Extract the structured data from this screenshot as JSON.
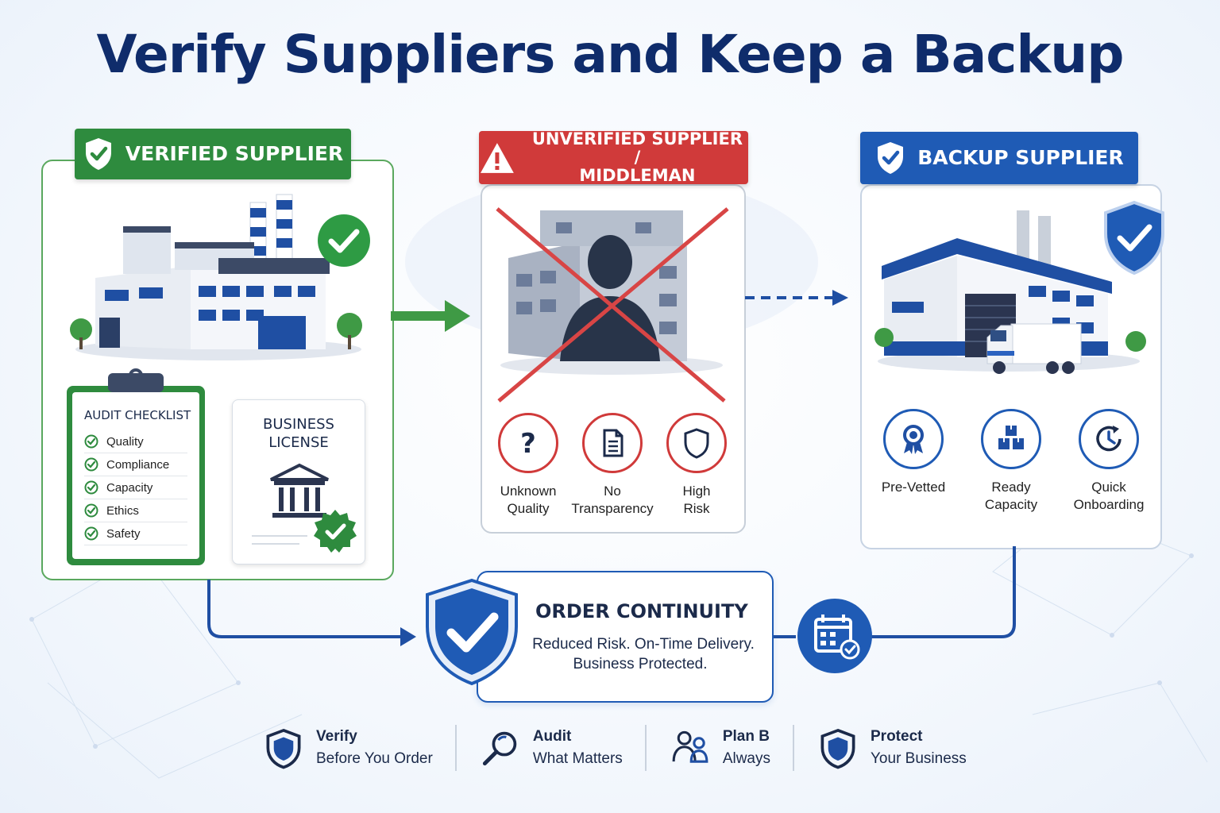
{
  "title": "Verify Suppliers and Keep a Backup",
  "verified": {
    "banner": "VERIFIED SUPPLIER",
    "checklist_title": "AUDIT CHECKLIST",
    "checklist": [
      "Quality",
      "Compliance",
      "Capacity",
      "Ethics",
      "Safety"
    ],
    "license_title_1": "BUSINESS",
    "license_title_2": "LICENSE"
  },
  "unverified": {
    "banner_1": "UNVERIFIED SUPPLIER /",
    "banner_2": "MIDDLEMAN",
    "features": [
      {
        "icon": "question-icon",
        "line1": "Unknown",
        "line2": "Quality"
      },
      {
        "icon": "document-icon",
        "line1": "No",
        "line2": "Transparency"
      },
      {
        "icon": "shield-outline-icon",
        "line1": "High",
        "line2": "Risk"
      }
    ]
  },
  "backup": {
    "banner": "BACKUP SUPPLIER",
    "features": [
      {
        "icon": "ribbon-icon",
        "line1": "Pre-Vetted",
        "line2": ""
      },
      {
        "icon": "boxes-icon",
        "line1": "Ready",
        "line2": "Capacity"
      },
      {
        "icon": "clock-icon",
        "line1": "Quick",
        "line2": "Onboarding"
      }
    ]
  },
  "continuity": {
    "title": "ORDER CONTINUITY",
    "line1": "Reduced Risk. On-Time Delivery.",
    "line2": "Business Protected."
  },
  "footer": [
    {
      "icon": "shield-icon",
      "bold": "Verify",
      "sub": "Before You Order"
    },
    {
      "icon": "magnifier-icon",
      "bold": "Audit",
      "sub": "What Matters"
    },
    {
      "icon": "people-icon",
      "bold": "Plan B",
      "sub": "Always"
    },
    {
      "icon": "shield-icon",
      "bold": "Protect",
      "sub": "Your Business"
    }
  ],
  "colors": {
    "green": "#2e8b3e",
    "red": "#d03a3a",
    "blue": "#1f5bb5",
    "navy": "#0f2c6b"
  }
}
